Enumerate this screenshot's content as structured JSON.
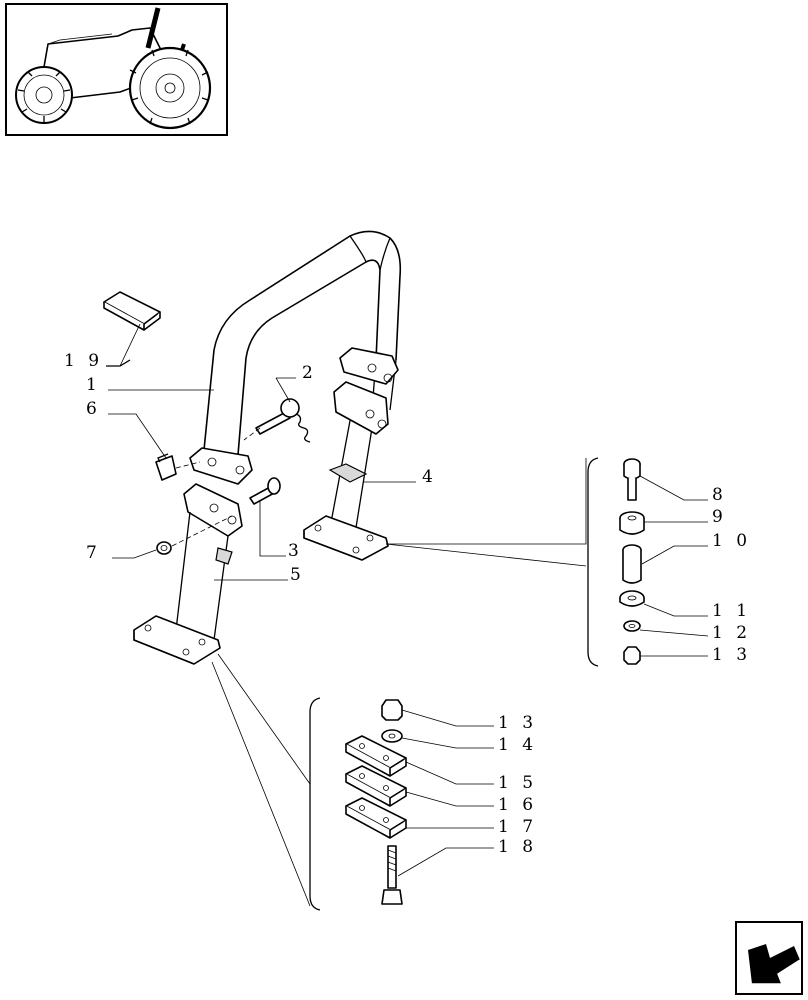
{
  "diagram": {
    "callouts": [
      {
        "id": "c1",
        "text": "1"
      },
      {
        "id": "c2",
        "text": "2"
      },
      {
        "id": "c3",
        "text": "3"
      },
      {
        "id": "c4",
        "text": "4"
      },
      {
        "id": "c5",
        "text": "5"
      },
      {
        "id": "c6",
        "text": "6"
      },
      {
        "id": "c7",
        "text": "7"
      },
      {
        "id": "c8",
        "text": "8"
      },
      {
        "id": "c9",
        "text": "9"
      },
      {
        "id": "c10",
        "text": "1 0"
      },
      {
        "id": "c11",
        "text": "1 1"
      },
      {
        "id": "c12",
        "text": "1 2"
      },
      {
        "id": "c13a",
        "text": "1 3"
      },
      {
        "id": "c13b",
        "text": "1 3"
      },
      {
        "id": "c14",
        "text": "1 4"
      },
      {
        "id": "c15",
        "text": "1 5"
      },
      {
        "id": "c16",
        "text": "1 6"
      },
      {
        "id": "c17",
        "text": "1 7"
      },
      {
        "id": "c18",
        "text": "1 8"
      },
      {
        "id": "c19",
        "text": "1 9"
      }
    ]
  },
  "icons": {
    "thumbnail": "tractor-thumbnail-icon",
    "navigation": "back-arrow-icon"
  }
}
